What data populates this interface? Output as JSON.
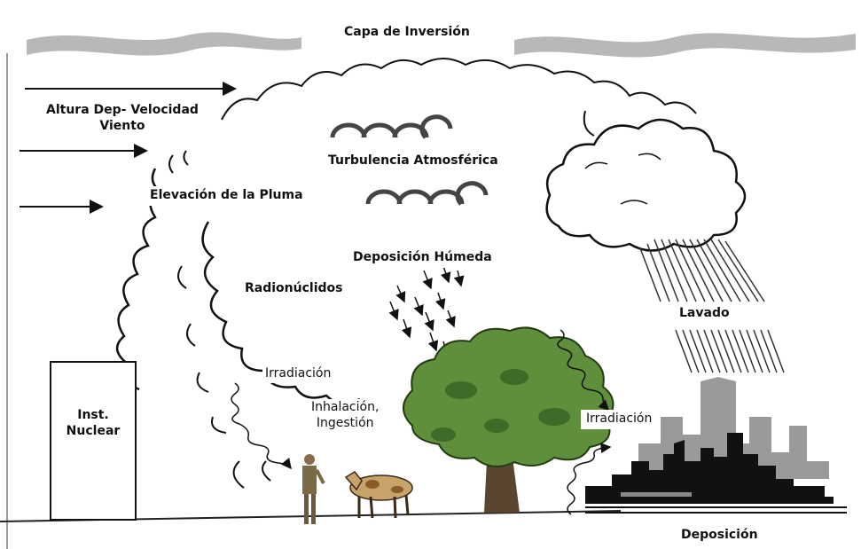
{
  "labels": {
    "inversion_layer": "Capa de Inversión",
    "wind_height": "Altura Dep- Velocidad Viento",
    "wind_height_line1": "Altura Dep- Velocidad",
    "wind_height_line2": "Viento",
    "atmospheric_turbulence": "Turbulencia Atmosférica",
    "plume_rise": "Elevación de la Pluma",
    "wet_deposition": "Deposición Húmeda",
    "radionuclides": "Radionúclidos",
    "washout": "Lavado",
    "irradiation_person": "Irradiación",
    "inhalation_ingestion_line1": "Inhalación,",
    "inhalation_ingestion_line2": "Ingestión",
    "irradiation_city": "Irradiación",
    "nuclear_facility_line1": "Inst.",
    "nuclear_facility_line2": "Nuclear",
    "deposition": "Deposición"
  },
  "colors": {
    "inversion_band": "#b8b8b8",
    "foliage": "#5f8f3a",
    "foliage_dark": "#3f6a28",
    "trunk": "#5a4630",
    "city_back": "#9a9a9a",
    "city_front": "#111111",
    "cow": "#c9a46a",
    "person": "#7a6a45"
  }
}
